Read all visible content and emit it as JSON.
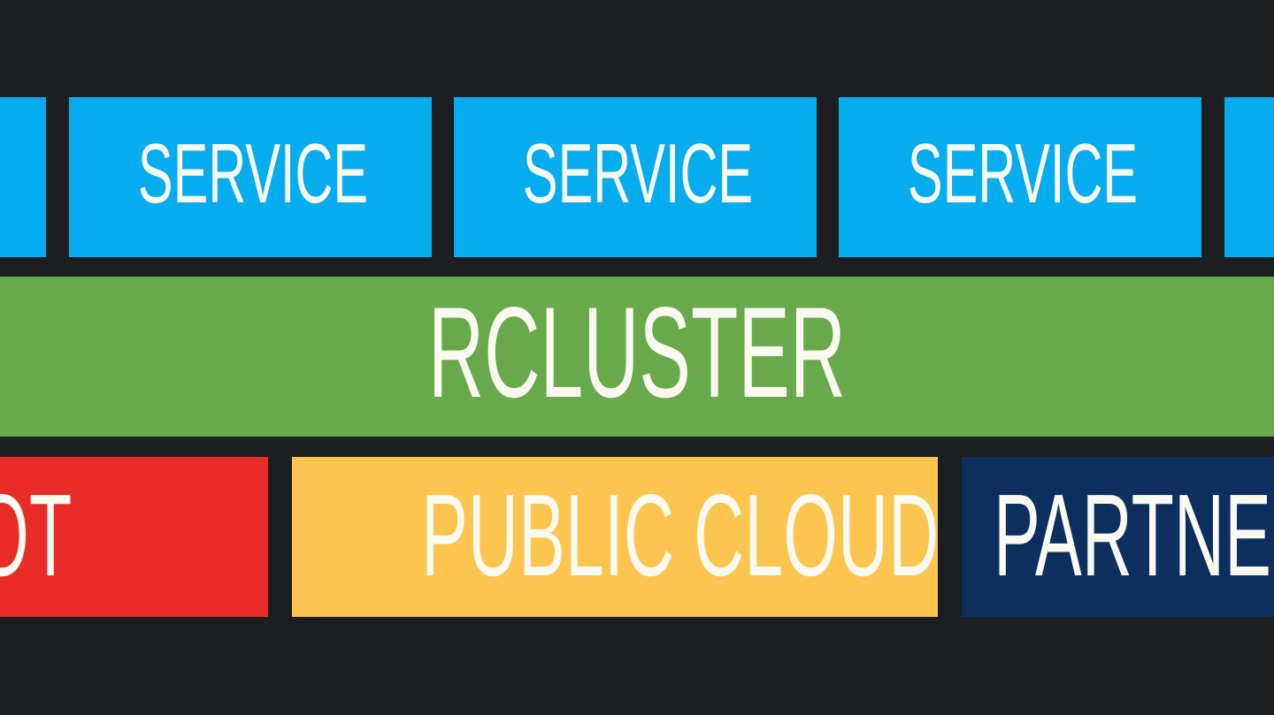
{
  "services": [
    {
      "label": ""
    },
    {
      "label": "SERVICE"
    },
    {
      "label": "SERVICE"
    },
    {
      "label": "SERVICE"
    },
    {
      "label": ""
    }
  ],
  "cluster": {
    "label": "RCLUSTER"
  },
  "providers": [
    {
      "label": "OT"
    },
    {
      "label": "PUBLIC CLOUD"
    },
    {
      "label": "PARTNE"
    }
  ],
  "colors": {
    "background": "#1d1e21",
    "service": "#05adee",
    "cluster": "#68a94c",
    "red": "#ea2c29",
    "yellow": "#fbc550",
    "navy": "#0d2f5f"
  }
}
